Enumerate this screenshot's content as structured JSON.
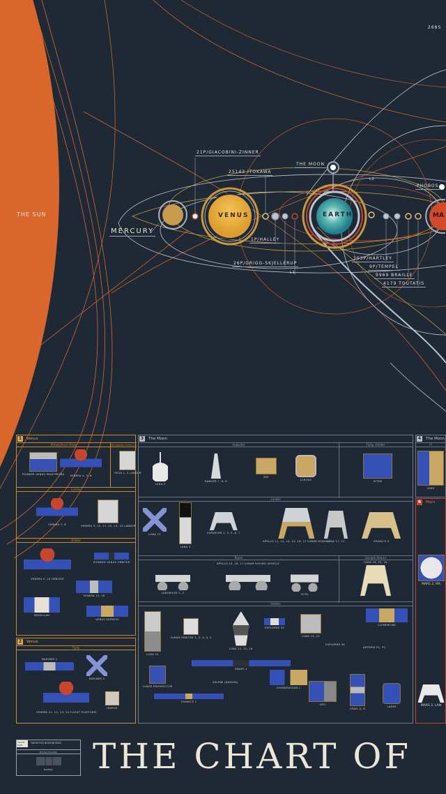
{
  "colors": {
    "background": "#1f2835",
    "sun": "#d9662a",
    "venus_panel": "#c88a2b",
    "moon_panel": "#707986",
    "mars_panel": "#c2452d",
    "solar_panel": "#3551b5",
    "gold_foil": "#c9a764"
  },
  "map": {
    "sun": "THE SUN",
    "mercury": "MERCURY",
    "venus": "VENUS",
    "earth": "EARTH",
    "mars": "MA",
    "moon": "THE MOON",
    "phobos": "PHOBOS",
    "top_right": "2685",
    "bodies": [
      "21P/GIACOBINI-ZINNER",
      "25143 ITOKAWA",
      "1P/HALLEY",
      "26P/GRIGG-SKJELLERUP",
      "103P/HARTLEY",
      "9P/TEMPEL",
      "9969 BRAILLE",
      "4179 TOUTATIS"
    ],
    "l1": "L1",
    "l2": "L2"
  },
  "panels": {
    "venus1": {
      "num": "1",
      "title": "Venus",
      "subs": [
        "Atmospheric Probe",
        "Atmospheric Probe, Lander",
        "Lander",
        "Orbiter"
      ],
      "craft": [
        "PIONEER VENUS MULTIPROBE",
        "VENERA 4, 5, 6",
        "VEGA 1, 2 LANDER",
        "VENERA 7, 8",
        "VENERA 9, 10, 11, 12, 13, 14 LANDER",
        "VENERA 9, 10 ORBITER",
        "PIONEER VENUS ORBITER",
        "VENERA 15, 16",
        "MAGELLAN",
        "VENUS EXPRESS"
      ]
    },
    "venus2": {
      "num": "2",
      "title": "Venus",
      "subs": [
        "Flyby"
      ],
      "craft": [
        "MARINER 2",
        "MARINER 5",
        "VENERA 11, 12, 13, 14 FLIGHT PLATFORM",
        "IKAROS"
      ]
    },
    "moon3": {
      "num": "3",
      "title": "The Moon",
      "subs": [
        "Impactor",
        "Flyby, Orbiter",
        "Lander",
        "Rover",
        "Sample Return",
        "Orbiter"
      ],
      "craft": [
        "LUNA 2",
        "RANGER 7, 8, 9",
        "MIP",
        "LCROSS",
        "HITEN",
        "LUNA 13",
        "LUNA 9",
        "SURVEYOR 1, 3, 5, 6, 7",
        "APOLLO 11, 12, 14, 15, 16, 17 LUNAR MODULE",
        "LUNA 17, 21",
        "CHANG'E 3",
        "LUNOKHOD 1, 2",
        "APOLLO 15, 16, 17 LUNAR ROVING VEHICLE",
        "YUTU",
        "LUNA 16, 20, 24",
        "LUNA 10",
        "LUNAR ORBITER 1, 2, 3, 4, 5",
        "LUNA 11, 12, 14",
        "EXPLORER 35",
        "LUNA 19, 22",
        "EXPLORER 49",
        "CLEMENTINE",
        "ARTEMIS P1, P2",
        "SMART-1",
        "LUNAR PROSPECTOR",
        "SELENE (KAGUYA)",
        "CHANDRAYAAN-1",
        "LRO",
        "GRAIL A, B",
        "LADEE",
        "CHANG'E 1"
      ]
    },
    "moon4": {
      "num": "4",
      "title": "The Moon",
      "subs": [
        "Fl"
      ],
      "craft": [
        "2060"
      ]
    },
    "mars6": {
      "num": "6",
      "title": "Mars",
      "craft": [
        "MARS 2, MA",
        "MARS 2, LAN"
      ]
    }
  },
  "legend": {
    "tag": "FLIGHT DATA",
    "targets": "TARGETED BODY/BODIES",
    "function": "Primary Function",
    "names": "NAME(S)"
  },
  "title": "THE CHART OF"
}
